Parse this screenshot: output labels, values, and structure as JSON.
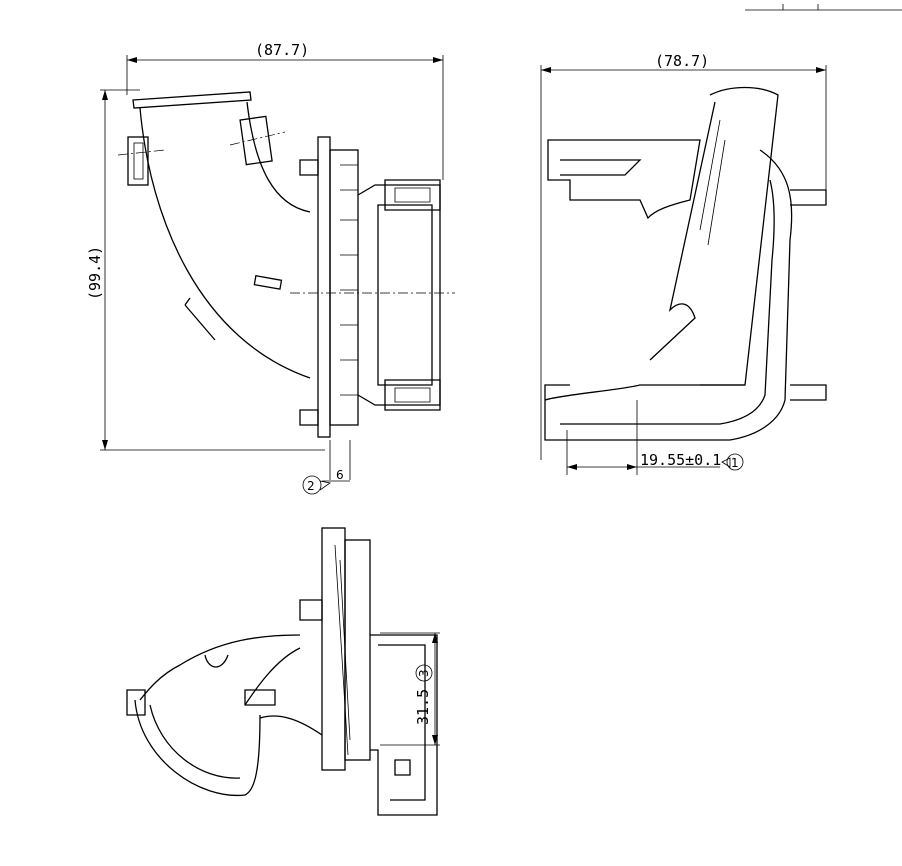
{
  "drawing": {
    "front_view": {
      "width_dim": "(87.7)",
      "height_dim": "(99.4)",
      "note_bubble": "2",
      "note_dim": "6"
    },
    "side_view": {
      "width_dim": "(78.7)",
      "offset_dim": "19.55±0.1",
      "note_bubble": "1"
    },
    "bottom_view": {
      "height_dim": "31.5",
      "note_bubble": "3"
    },
    "colors": {
      "line": "#000000",
      "background": "#ffffff"
    }
  }
}
